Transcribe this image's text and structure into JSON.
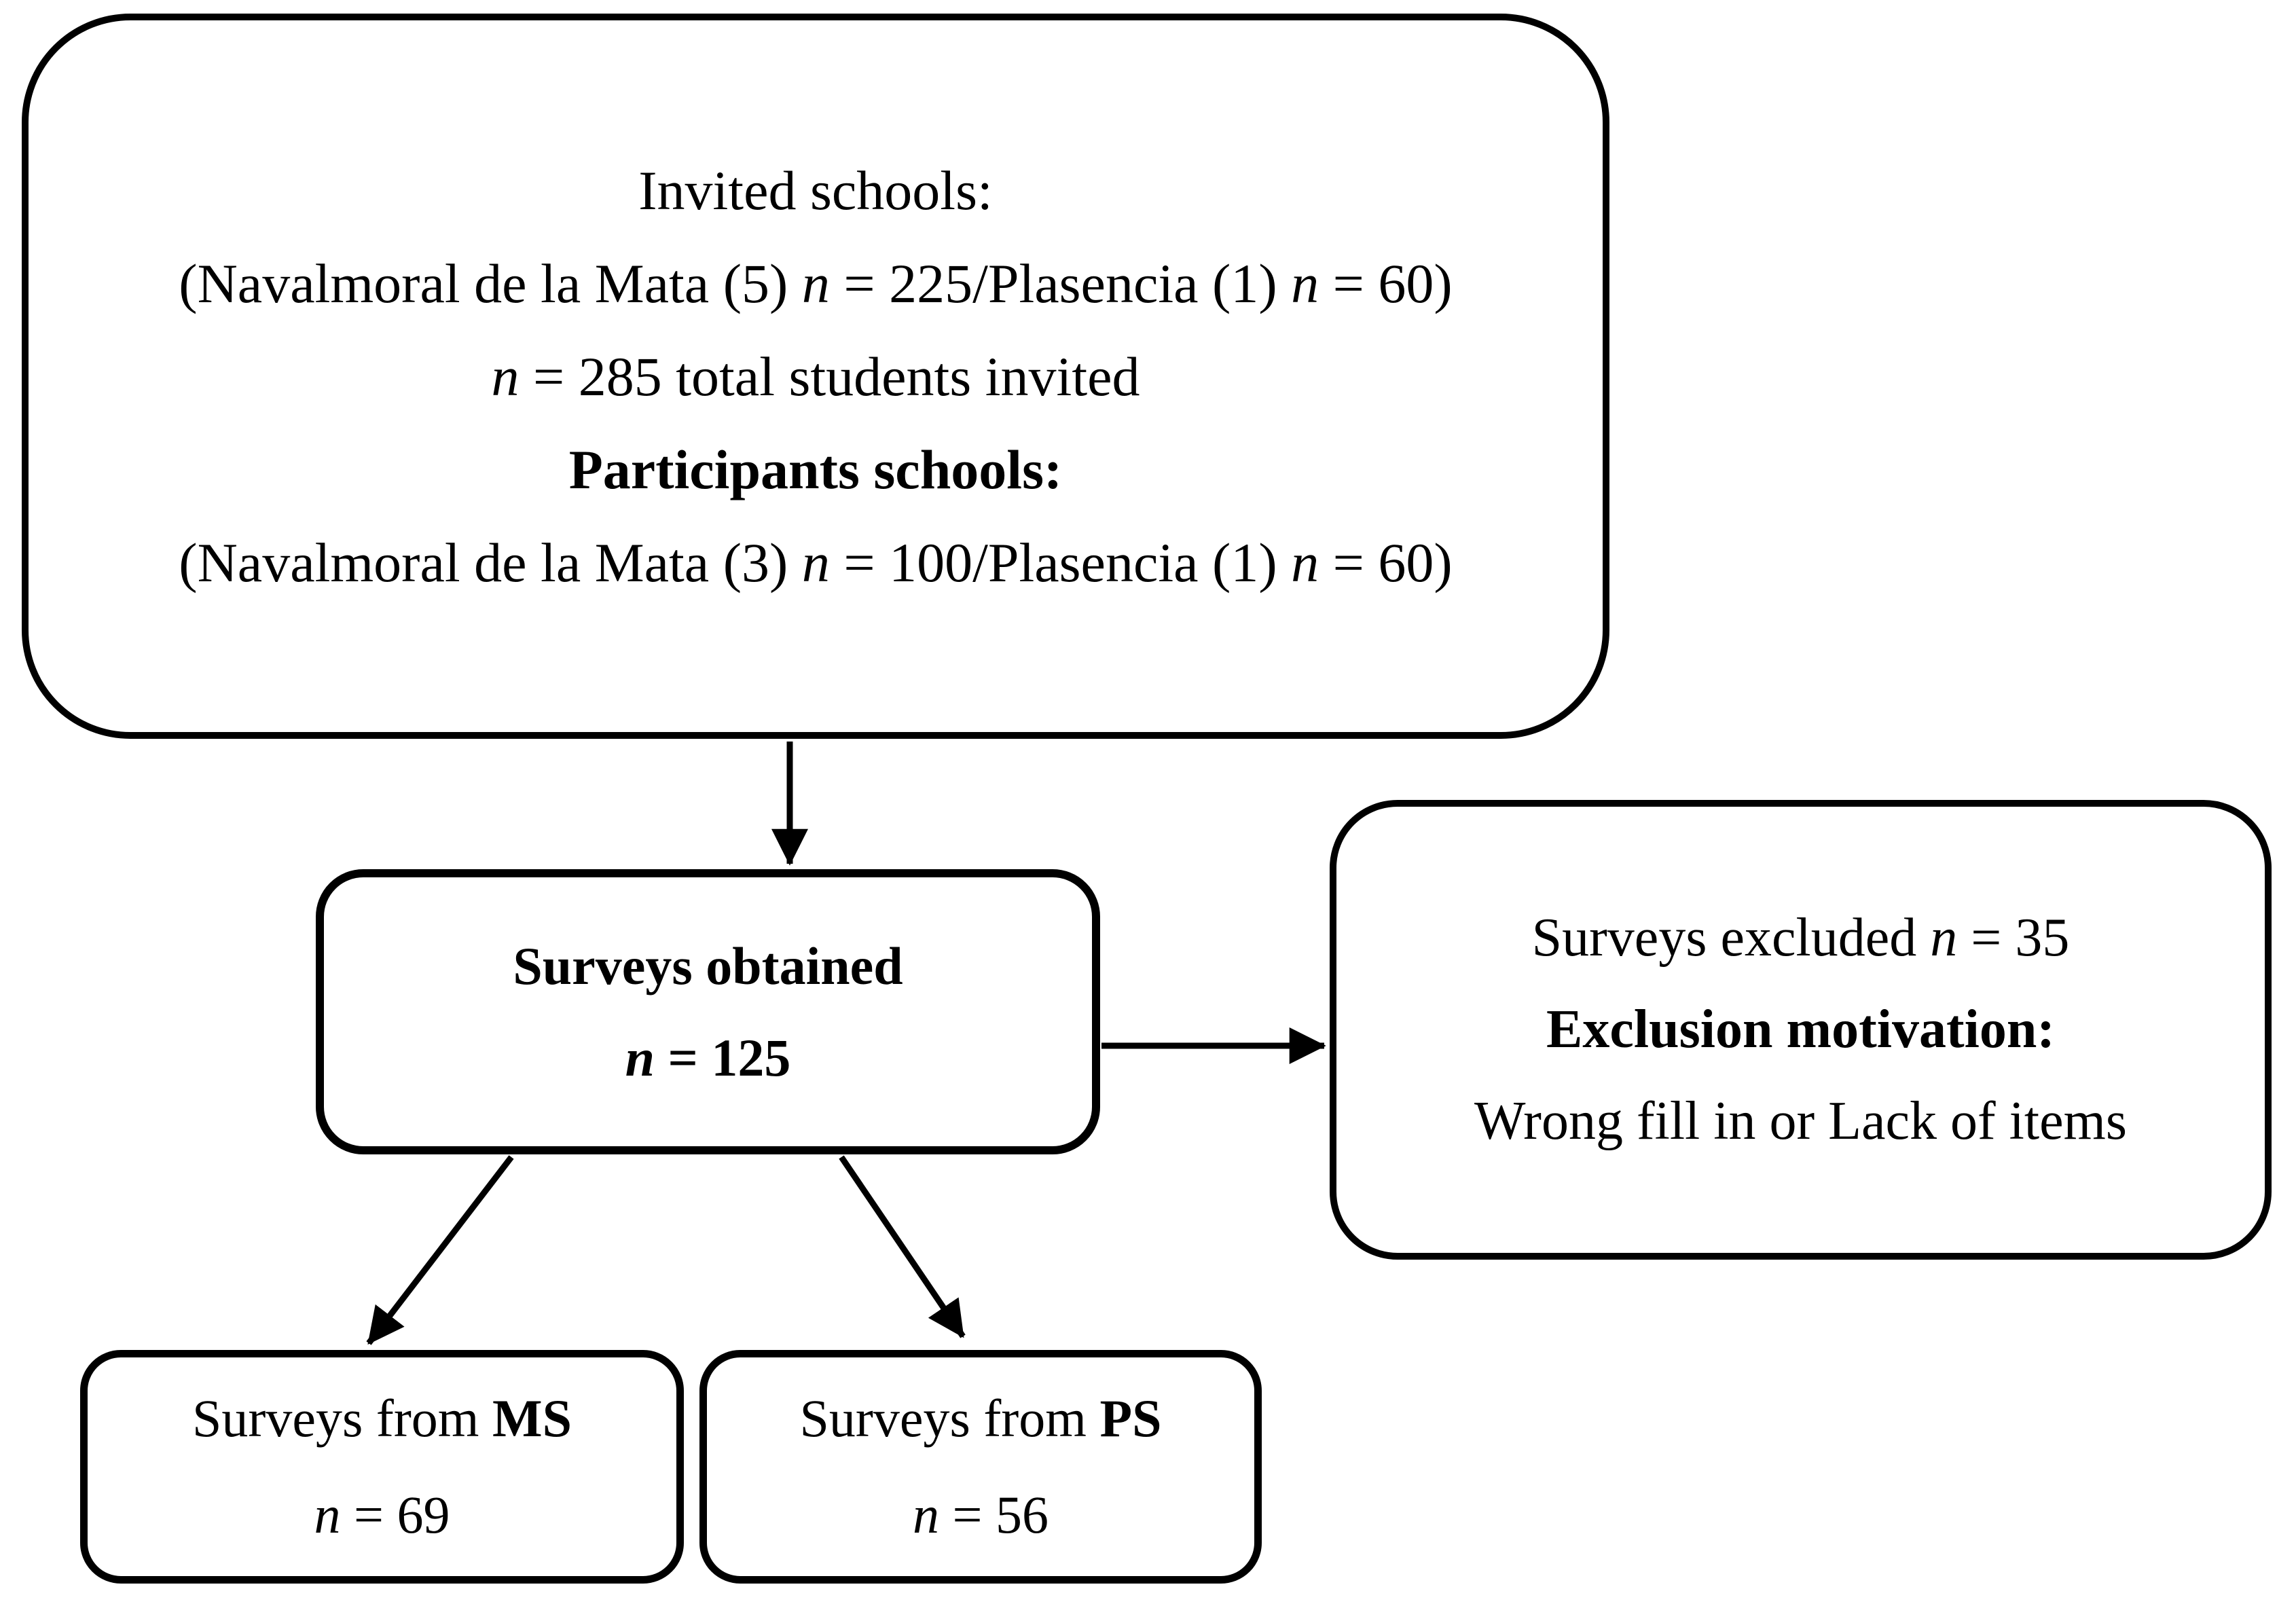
{
  "colors": {
    "ink": "#000000",
    "background": "#ffffff"
  },
  "invited": {
    "lines": [
      {
        "segs": [
          {
            "text": "Invited schools:"
          }
        ]
      },
      {
        "segs": [
          {
            "text": "(Navalmoral de la Mata (5) "
          },
          {
            "text": "n"
          },
          {
            "text": " = 225/Plasencia (1) "
          },
          {
            "text": "n"
          },
          {
            "text": " = 60)"
          }
        ]
      },
      {
        "segs": [
          {
            "text": "n"
          },
          {
            "text": " = 285 total students invited"
          }
        ]
      },
      {
        "segs": [
          {
            "text": "Participants schools:"
          }
        ]
      },
      {
        "segs": [
          {
            "text": "(Navalmoral de la Mata (3) "
          },
          {
            "text": "n"
          },
          {
            "text": " = 100/Plasencia (1) "
          },
          {
            "text": "n"
          },
          {
            "text": " = 60)"
          }
        ]
      }
    ]
  },
  "obtained": {
    "lines": [
      {
        "segs": [
          {
            "text": "Surveys obtained"
          }
        ]
      },
      {
        "segs": [
          {
            "text": "n"
          },
          {
            "text": " = 125"
          }
        ]
      }
    ]
  },
  "excluded": {
    "lines": [
      {
        "segs": [
          {
            "text": "Surveys excluded "
          },
          {
            "text": "n"
          },
          {
            "text": " = 35"
          }
        ]
      },
      {
        "segs": [
          {
            "text": "Exclusion motivation:"
          }
        ]
      },
      {
        "segs": [
          {
            "text": "Wrong fill in or Lack of items"
          }
        ]
      }
    ]
  },
  "ms": {
    "lines": [
      {
        "segs": [
          {
            "text": "Surveys from "
          },
          {
            "text": "MS"
          }
        ]
      },
      {
        "segs": [
          {
            "text": "n"
          },
          {
            "text": " = 69"
          }
        ]
      }
    ]
  },
  "ps": {
    "lines": [
      {
        "segs": [
          {
            "text": "Surveys from "
          },
          {
            "text": "PS"
          }
        ]
      },
      {
        "segs": [
          {
            "text": "n"
          },
          {
            "text": " = 56"
          }
        ]
      }
    ]
  },
  "connections": [
    {
      "from": "invited-schools",
      "to": "surveys-obtained",
      "direction": "down"
    },
    {
      "from": "surveys-obtained",
      "to": "surveys-excluded",
      "direction": "right"
    },
    {
      "from": "surveys-obtained",
      "to": "surveys-ms",
      "direction": "down-left"
    },
    {
      "from": "surveys-obtained",
      "to": "surveys-ps",
      "direction": "down-right"
    }
  ]
}
